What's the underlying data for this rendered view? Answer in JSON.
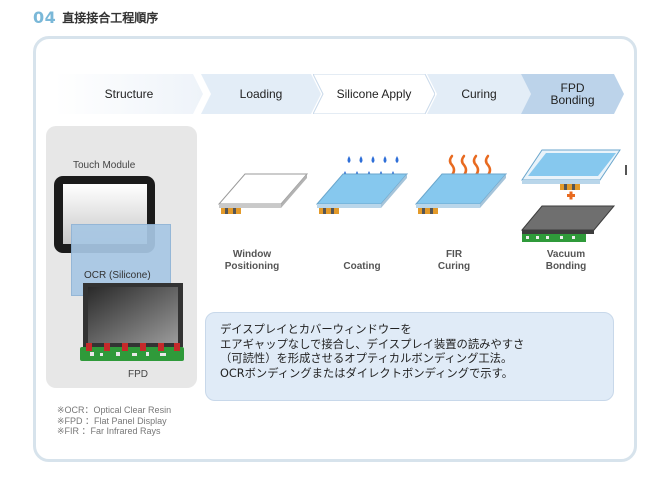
{
  "header": {
    "number": "04",
    "title": "直接接合工程順序"
  },
  "flow": {
    "steps": [
      {
        "label": "Structure"
      },
      {
        "label": "Loading"
      },
      {
        "label": "Silicone Apply"
      },
      {
        "label": "Curing"
      },
      {
        "label_line1": "FPD",
        "label_line2": "Bonding"
      }
    ]
  },
  "structure": {
    "touch_module_label": "Touch Module",
    "ocr_label": "OCR (Silicone)",
    "fpd_label": "FPD"
  },
  "stages": [
    {
      "line1": "Window",
      "line2": "Positioning"
    },
    {
      "line1": "Coating",
      "line2": ""
    },
    {
      "line1": "FIR",
      "line2": "Curing"
    },
    {
      "line1": "Vacuum",
      "line2": "Bonding"
    }
  ],
  "description": {
    "lines": [
      "デイスプレイとカバーウィンドウーを",
      "エアギャップなしで接合し、デイスプレイ装置の読みやすさ",
      "（可読性）を形成させるオプティカルボンディング工法。",
      "OCRボンディングまたはダイレクトボンディングで示す。"
    ]
  },
  "notes": [
    "※OCR：Optical Clear Resin",
    "※FPD ：Flat Panel Display",
    "※FIR ：Far Infrared Rays"
  ],
  "colors": {
    "accent": "#7ab8d8",
    "frame_border": "#d7e3ec",
    "flow_dark": "#bcd3ea",
    "flow_light": "#e3edf7",
    "desc_bg": "#e0ebf7",
    "ocr_fill": "#a7c7e4",
    "glass_blue": "#86c8ee",
    "drop_blue": "#2f6fd8",
    "heat_orange": "#e86a20"
  }
}
